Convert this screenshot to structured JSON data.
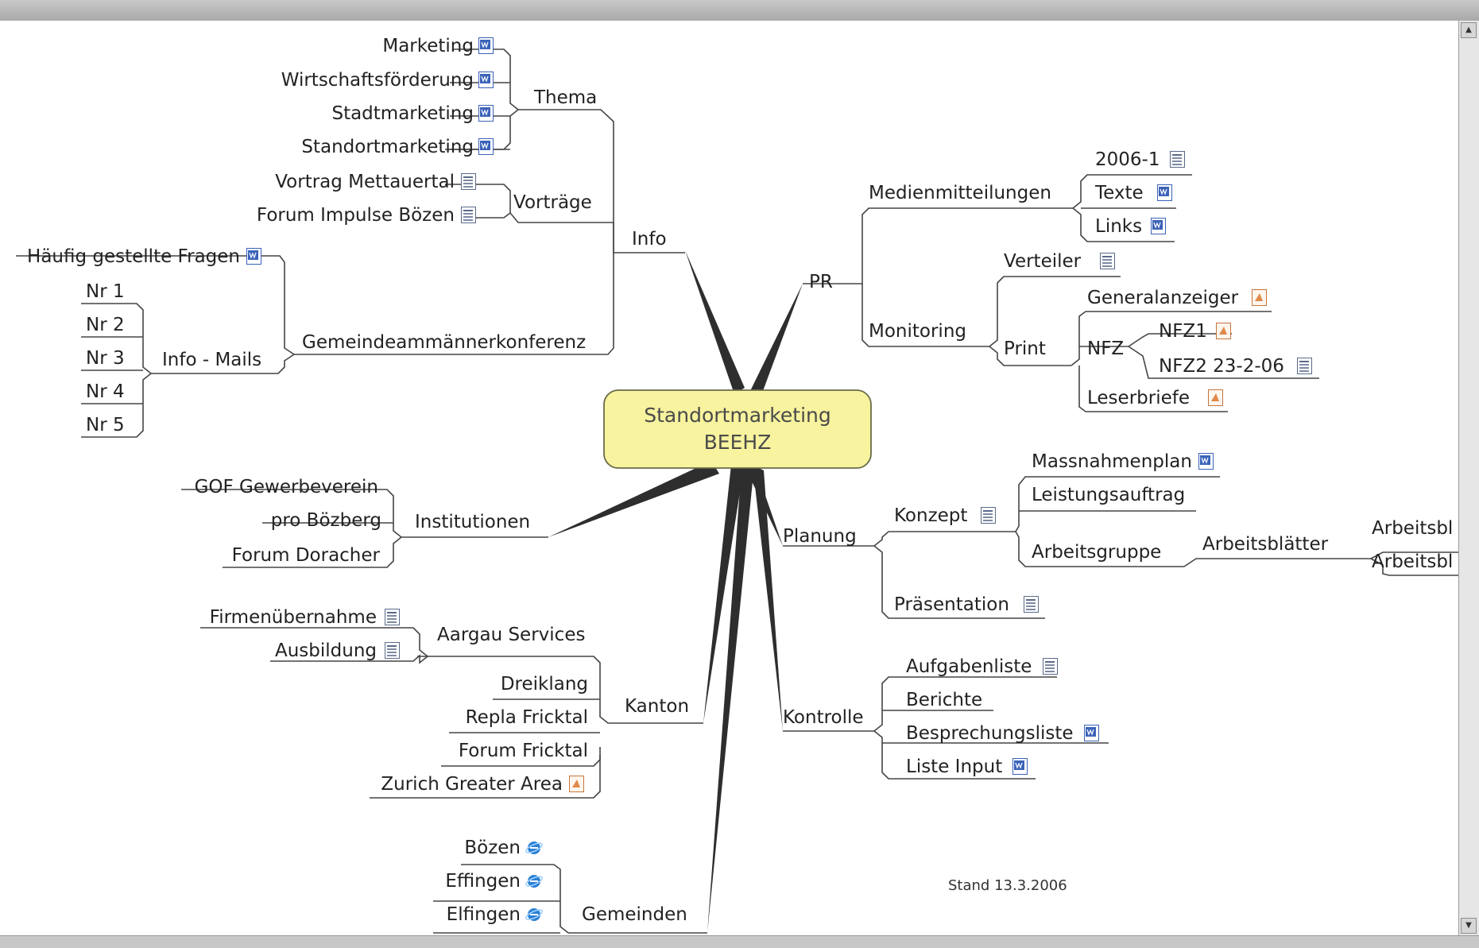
{
  "colors": {
    "root_fill": "#f7f39e",
    "root_stroke": "#6b6b4a",
    "spoke": "#2e2e2e",
    "doc_icon": "#3a62b8",
    "ie_icon": "#2a7fd4",
    "pdf_icon": "#e08a4a"
  },
  "root": {
    "line1": "Standortmarketing",
    "line2": "BEEHZ"
  },
  "stamp": "Stand 13.3.2006",
  "info": {
    "label": "Info",
    "thema": {
      "label": "Thema",
      "items": [
        "Marketing",
        "Wirtschaftsförderung",
        "Stadtmarketing",
        "Standortmarketing"
      ]
    },
    "vortraege": {
      "label": "Vorträge",
      "items": [
        "Vortrag Mettauertal",
        "Forum Impulse Bözen"
      ]
    },
    "gemeinde": {
      "label": "Gemeindeammännerkonferenz",
      "faq": "Häufig gestellte Fragen",
      "mails": {
        "label": "Info - Mails",
        "items": [
          "Nr 1",
          "Nr 2",
          "Nr 3",
          "Nr 4",
          "Nr 5"
        ]
      }
    }
  },
  "institutionen": {
    "label": "Institutionen",
    "items": [
      "GOF Gewerbeverein",
      "pro Bözberg",
      "Forum Doracher"
    ]
  },
  "kanton": {
    "label": "Kanton",
    "aargau": {
      "label": "Aargau Services",
      "items": [
        "Firmenübernahme",
        "Ausbildung"
      ]
    },
    "items": [
      "Dreiklang",
      "Repla Fricktal",
      "Forum Fricktal",
      "Zurich Greater Area"
    ]
  },
  "gemeinden": {
    "label": "Gemeinden",
    "items": [
      "Bözen",
      "Effingen",
      "Elfingen"
    ]
  },
  "pr": {
    "label": "PR",
    "medien": {
      "label": "Medienmitteilungen",
      "items": [
        "2006-1",
        "Texte",
        "Links"
      ]
    },
    "monitoring": {
      "label": "Monitoring",
      "verteiler": "Verteiler",
      "print": {
        "label": "Print",
        "general": "Generalanzeiger",
        "nfz": {
          "label": "NFZ",
          "items": [
            "NFZ1",
            "NFZ2 23-2-06"
          ]
        },
        "leser": "Leserbriefe"
      }
    }
  },
  "planung": {
    "label": "Planung",
    "konzept": {
      "label": "Konzept",
      "massnahmen": "Massnahmenplan",
      "leistung": "Leistungsauftrag",
      "ag": {
        "label": "Arbeitsgruppe",
        "blaetter": {
          "label": "Arbeitsblätter",
          "items": [
            "Arbeitsbl",
            "Arbeitsbl"
          ]
        }
      }
    },
    "praes": "Präsentation"
  },
  "kontrolle": {
    "label": "Kontrolle",
    "items": [
      "Aufgabenliste",
      "Berichte",
      "Besprechungsliste",
      "Liste Input"
    ]
  }
}
